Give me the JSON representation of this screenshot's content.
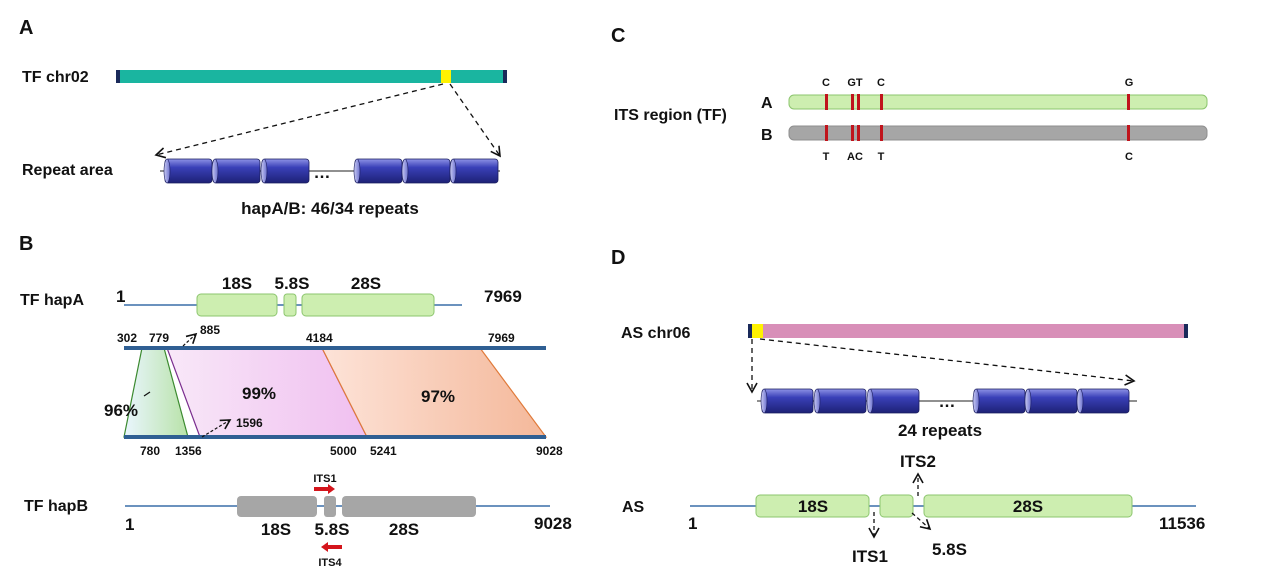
{
  "panels": {
    "a": "A",
    "b": "B",
    "c": "C",
    "d": "D"
  },
  "panel_a": {
    "chrom_label": "TF chr02",
    "repeat_label": "Repeat area",
    "ellipsis": "…",
    "caption": "hapA/B: 46/34 repeats"
  },
  "panel_b": {
    "hapA": {
      "label": "TF hapA",
      "start": "1",
      "end": "7969",
      "s18": "18S",
      "s58": "5.8S",
      "s28": "28S"
    },
    "top_positions": [
      "302",
      "779",
      "885",
      "4184",
      "7969"
    ],
    "bottom_positions": [
      "780",
      "1356",
      "1596",
      "5000",
      "5241",
      "9028"
    ],
    "identity": [
      "96%",
      "99%",
      "97%"
    ],
    "hapB": {
      "label": "TF hapB",
      "start": "1",
      "end": "9028",
      "s18": "18S",
      "s58": "5.8S",
      "s28": "28S",
      "primer_fwd": "ITS1",
      "primer_rev": "ITS4"
    }
  },
  "panel_c": {
    "region_label": "ITS region (TF)",
    "track_a": "A",
    "track_b": "B",
    "bases_a": [
      "C",
      "GT",
      "C",
      "G"
    ],
    "bases_b": [
      "T",
      "AC",
      "T",
      "C"
    ]
  },
  "panel_d": {
    "chrom_label": "AS chr06",
    "ellipsis": "…",
    "caption": "24 repeats",
    "as_label": "AS",
    "start": "1",
    "end": "11536",
    "s18": "18S",
    "s28": "28S",
    "its1": "ITS1",
    "its2": "ITS2",
    "s58": "5.8S"
  },
  "colors": {
    "teal": "#1ab5a0",
    "yellow": "#fff200",
    "navy": "#1a2a5a",
    "repeat_blue": "#2b2f9e",
    "light_green": "#cdeeb0",
    "green_edge": "#8cc56e",
    "gray": "#a6a6a6",
    "pink": "#d88fb8",
    "mutation_red": "#c0141c",
    "line_blue": "#3a6fa8",
    "arrow_red": "#d4151c"
  }
}
